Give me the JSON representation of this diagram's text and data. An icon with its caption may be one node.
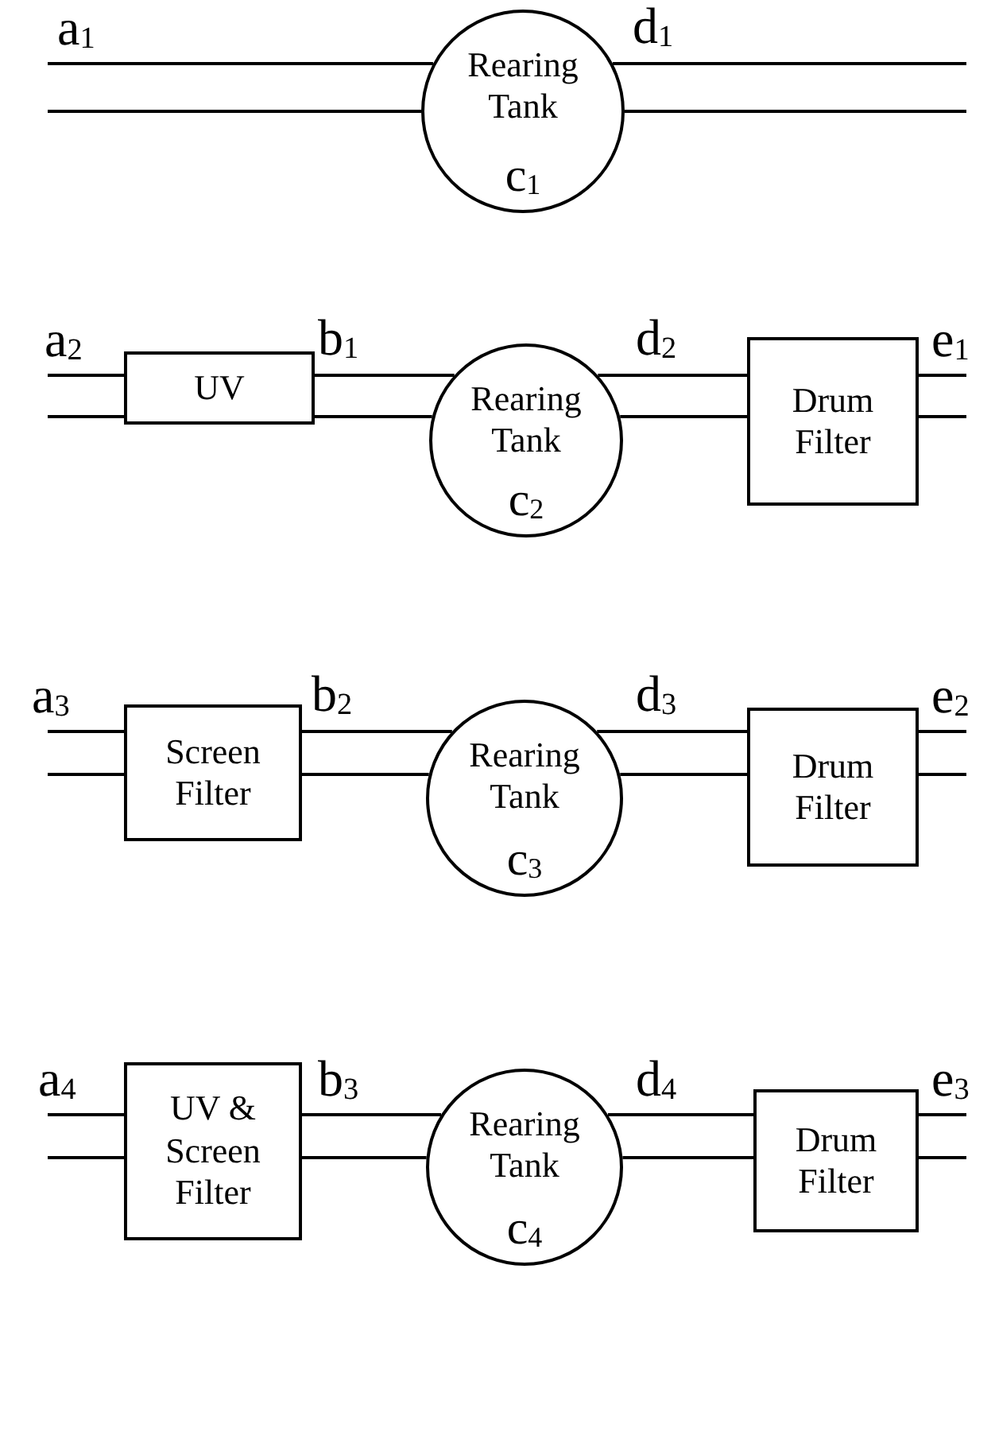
{
  "diagram": {
    "nodes": [
      {
        "text": [
          "Rearing Tank",
          "c$_{1}$"
        ]
      },
      {
        "text": [
          "UV"
        ]
      },
      {
        "text": [
          "Rearing Tank",
          "c$_{2}$"
        ]
      },
      {
        "text": [
          "Drum Filter"
        ]
      },
      {
        "text": [
          "Screen Filter"
        ]
      },
      {
        "text": [
          "Rearing Tank",
          "c$_{3}$"
        ]
      },
      {
        "text": [
          "Drum Filter"
        ]
      },
      {
        "text": [
          "UV & Screen Filter"
        ]
      },
      {
        "text": [
          "Rearing Tank",
          "c$_{4}$"
        ]
      },
      {
        "text": [
          "Drum Filter"
        ]
      }
    ],
    "edges": [
      {
        "from": null,
        "to": 0,
        "arrow": "none"
      },
      {
        "from": 0,
        "to": null,
        "arrow": "none"
      },
      {
        "from": null,
        "to": 1,
        "arrow": "none"
      },
      {
        "from": 1,
        "to": 2,
        "arrow": "none"
      },
      {
        "from": 2,
        "to": 3,
        "arrow": "none"
      },
      {
        "from": 3,
        "to": null,
        "arrow": "none"
      },
      {
        "from": null,
        "to": 4,
        "arrow": "none"
      },
      {
        "from": 4,
        "to": 5,
        "arrow": "none"
      },
      {
        "from": 5,
        "to": 6,
        "arrow": "none"
      },
      {
        "from": 6,
        "to": null,
        "arrow": "none"
      },
      {
        "from": null,
        "to": 7,
        "arrow": "none"
      },
      {
        "from": 7,
        "to": 8,
        "arrow": "none"
      },
      {
        "from": 8,
        "to": 9,
        "arrow": "none"
      },
      {
        "from": 9,
        "to": null,
        "arrow": "none"
      }
    ],
    "labels": [
      "a$_{1}$",
      "d$_{1}$",
      "a$_{2}$",
      "b$_{1}$",
      "d$_{2}$",
      "e$_{1}$",
      "a$_{3}$",
      "b$_{2}$",
      "d$_{3}$",
      "e$_{2}$",
      "a$_{4}$",
      "b$_{3}$",
      "d$_{4}$",
      "e$_{3}$"
    ]
  }
}
